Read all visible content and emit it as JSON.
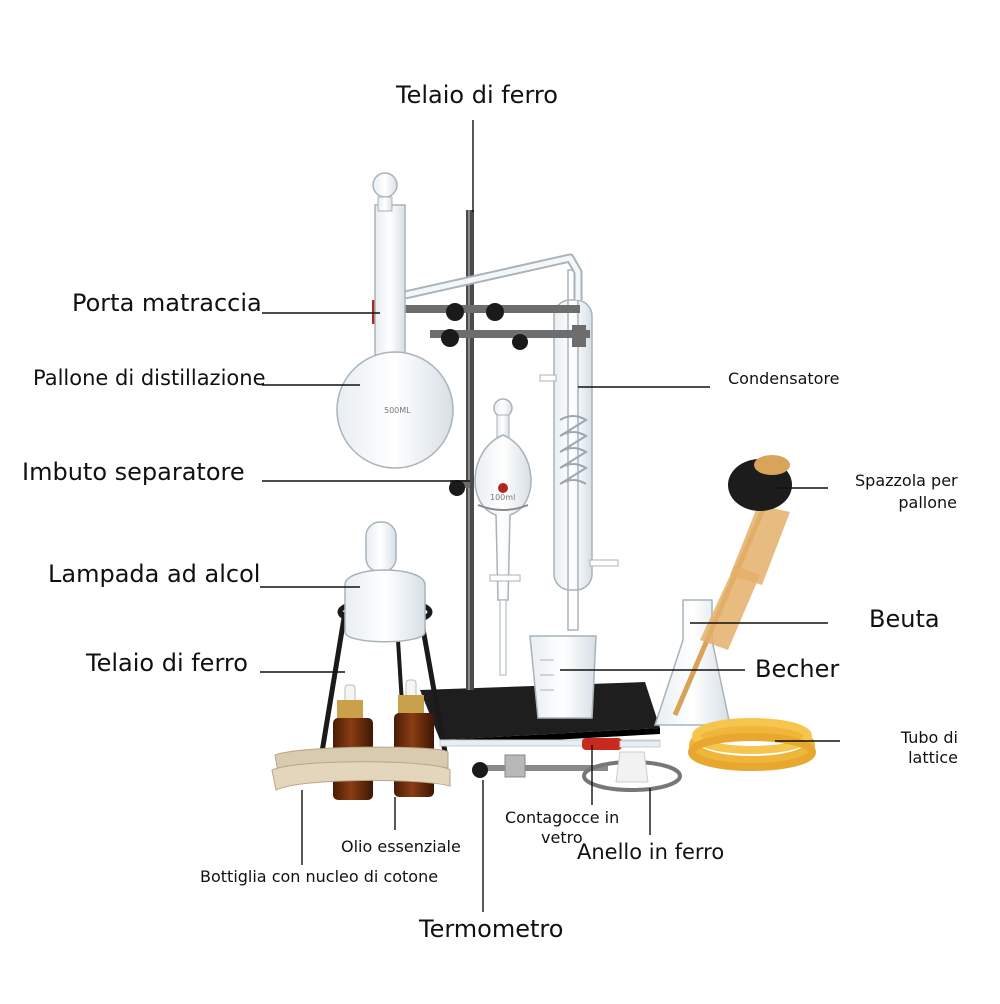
{
  "labels": {
    "telaio_top": "Telaio di ferro",
    "porta_matraccia": "Porta matraccia",
    "pallone": "Pallone di distillazione",
    "imbuto": "Imbuto separatore",
    "lampada": "Lampada ad alcol",
    "telaio_left": "Telaio di ferro",
    "condensatore": "Condensatore",
    "spazzola_line1": "Spazzola per",
    "spazzola_line2": "pallone",
    "beuta": "Beuta",
    "becher": "Becher",
    "tubo_line1": "Tubo di",
    "tubo_line2": "lattice",
    "contagocce_line1": "Contagocce in",
    "contagocce_line2": "vetro",
    "anello": "Anello in ferro",
    "olio": "Olio essenziale",
    "bottiglia": "Bottiglia con nucleo di cotone",
    "termometro": "Termometro"
  },
  "glass_marks": {
    "flask_volume": "500ML",
    "funnel_volume": "100ml"
  },
  "colors": {
    "text": "#111111",
    "leader": "#111111",
    "glass": "#9aa7b0",
    "iron": "#2a2a2a",
    "clamp_red": "#b3261e",
    "amber": "#6b2d0e",
    "latex": "#f0b63a",
    "brush_bristle": "#1c1c1c",
    "brush_handle": "#d9a45a",
    "cotton": "#d9cbb0"
  }
}
